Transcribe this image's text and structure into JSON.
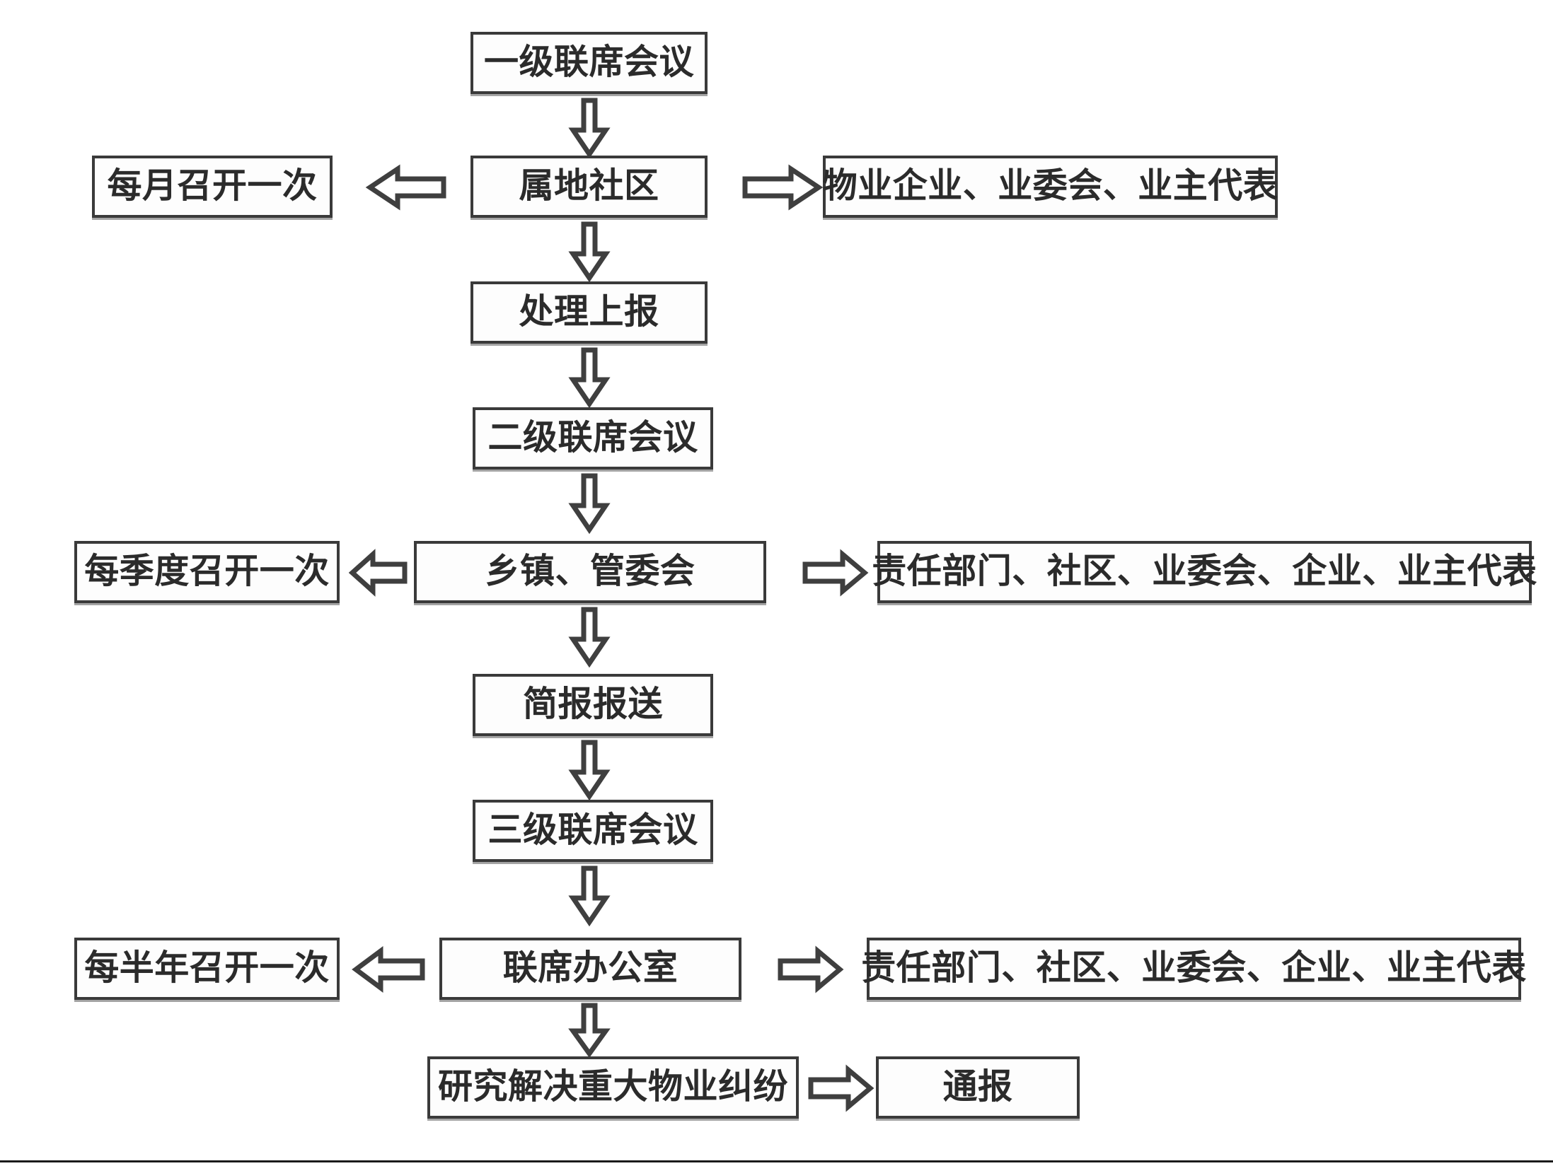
{
  "diagram": {
    "title": "物业纠纷三级联席会议流程图",
    "colors": {
      "box_border": "#3a3a3a",
      "box_fill": "#fdfdfd",
      "text": "#2b2b2b",
      "arrow_stroke": "#3f3f3f",
      "arrow_fill": "#ffffff",
      "rule": "#1a1a1a",
      "background": "#ffffff"
    },
    "levels": [
      {
        "id": "level-1",
        "meeting": "一级联席会议",
        "host": "属地社区",
        "frequency": "每月召开一次",
        "participants": "物业企业、业委会、业主代表",
        "next_action": "处理上报"
      },
      {
        "id": "level-2",
        "meeting": "二级联席会议",
        "host": "乡镇、管委会",
        "frequency": "每季度召开一次",
        "participants": "责任部门、社区、业委会、企业、业主代表",
        "next_action": "简报报送"
      },
      {
        "id": "level-3",
        "meeting": "三级联席会议",
        "host": "联席办公室",
        "frequency": "每半年召开一次",
        "participants": "责任部门、社区、业委会、企业、业主代表",
        "next_action": "研究解决重大物业纠纷"
      }
    ],
    "nodes": {
      "meeting_1": "一级联席会议",
      "host_1": "属地社区",
      "frequency_1": "每月召开一次",
      "participants_1": "物业企业、业委会、业主代表",
      "action_1": "处理上报",
      "meeting_2": "二级联席会议",
      "host_2": "乡镇、管委会",
      "frequency_2": "每季度召开一次",
      "participants_2": "责任部门、社区、业委会、企业、业主代表",
      "action_2": "简报报送",
      "meeting_3": "三级联席会议",
      "host_3": "联席办公室",
      "frequency_3": "每半年召开一次",
      "participants_3": "责任部门、社区、业委会、企业、业主代表",
      "action_3": "研究解决重大物业纠纷",
      "outcome_3": "通报"
    },
    "arrows": [
      {
        "name": "arrow-meeting1-to-host1",
        "direction": "down"
      },
      {
        "name": "arrow-host1-to-frequency1",
        "direction": "left"
      },
      {
        "name": "arrow-host1-to-participants1",
        "direction": "right"
      },
      {
        "name": "arrow-host1-to-action1",
        "direction": "down"
      },
      {
        "name": "arrow-action1-to-meeting2",
        "direction": "down"
      },
      {
        "name": "arrow-meeting2-to-host2",
        "direction": "down"
      },
      {
        "name": "arrow-host2-to-frequency2",
        "direction": "left"
      },
      {
        "name": "arrow-host2-to-participants2",
        "direction": "right"
      },
      {
        "name": "arrow-host2-to-action2",
        "direction": "down"
      },
      {
        "name": "arrow-action2-to-meeting3",
        "direction": "down"
      },
      {
        "name": "arrow-meeting3-to-host3",
        "direction": "down"
      },
      {
        "name": "arrow-host3-to-frequency3",
        "direction": "left"
      },
      {
        "name": "arrow-host3-to-participants3",
        "direction": "right"
      },
      {
        "name": "arrow-host3-to-action3",
        "direction": "down"
      },
      {
        "name": "arrow-action3-to-outcome3",
        "direction": "right"
      }
    ]
  }
}
